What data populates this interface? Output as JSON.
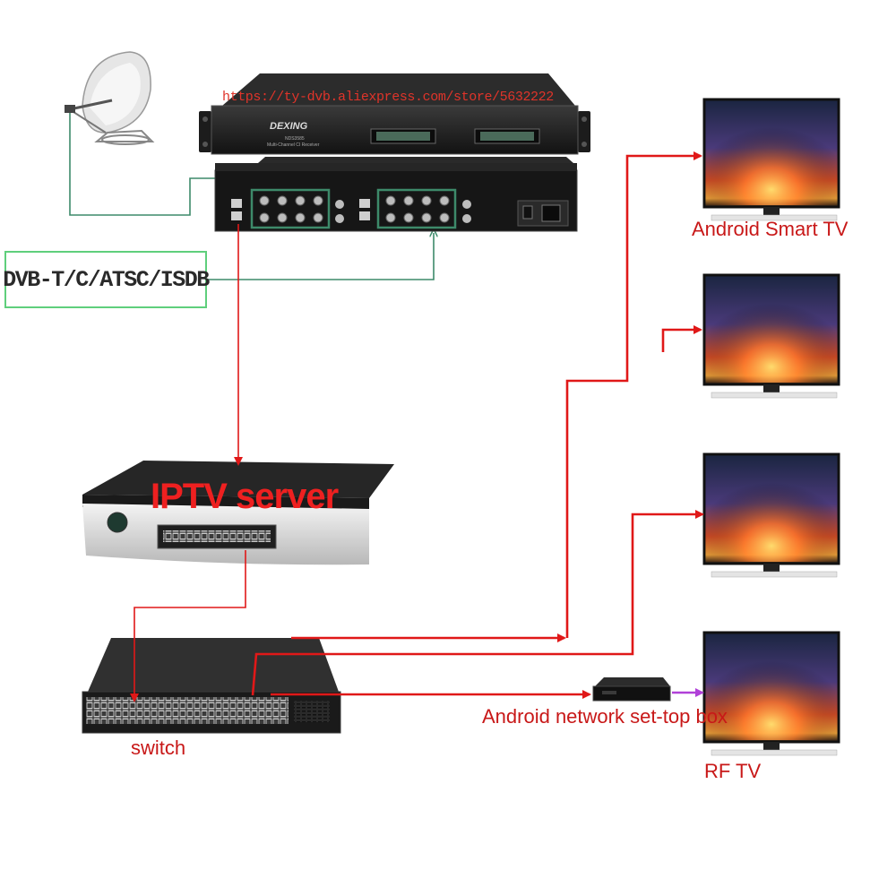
{
  "texts": {
    "url": "https://ty-dvb.aliexpress.com/store/5632222",
    "brand": "DEXING",
    "model": "NDS3585",
    "model_sub": "Multi-Channel CI Receiver",
    "input_standards": "DVB-T/C/ATSC/ISDB",
    "iptv_server": "IPTV server",
    "android_tv": "Android Smart TV",
    "stb": "Android network set-top box",
    "switch": "switch",
    "rf_tv": "RF TV"
  },
  "colors": {
    "signal_line": "#e01818",
    "rf_input_line": "#3d8a6a",
    "stb_to_tv_line": "#b040d8",
    "label_red": "#c81818",
    "dvb_box_border": "#5fcf7c"
  },
  "icons": {
    "dish": "satellite-dish-icon",
    "receiver": "receiver-rack-icon",
    "server": "iptv-server-icon",
    "switch": "network-switch-icon",
    "stb": "set-top-box-icon",
    "tv": "television-icon"
  }
}
